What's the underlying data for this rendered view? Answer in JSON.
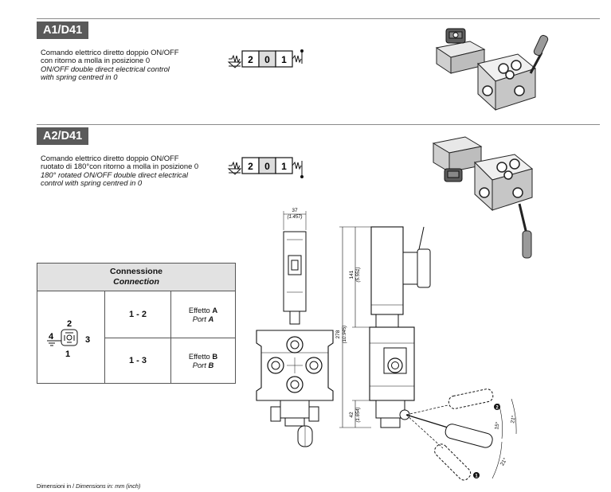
{
  "sections": [
    {
      "code": "A1/D41",
      "desc_it": [
        "Comando elettrico diretto doppio ON/OFF",
        "con ritorno a molla in posizione 0"
      ],
      "desc_en": [
        "ON/OFF double direct electrical control",
        "with spring centred in 0"
      ],
      "positions": [
        "2",
        "0",
        "1"
      ]
    },
    {
      "code": "A2/D41",
      "desc_it": [
        "Comando elettrico diretto doppio ON/OFF",
        "ruotato di 180°con ritorno a molla in posizione 0"
      ],
      "desc_en": [
        "180° rotated ON/OFF double direct electrical",
        "control with spring centred in 0"
      ],
      "positions": [
        "2",
        "0",
        "1"
      ]
    }
  ],
  "connection_table": {
    "title_it": "Connessione",
    "title_en": "Connection",
    "pins": [
      "2",
      "4",
      "3",
      "1"
    ],
    "rows": [
      {
        "pair": "1 - 2",
        "effect_it": "Effetto",
        "effect_en": "Port",
        "port": "A"
      },
      {
        "pair": "1 - 3",
        "effect_it": "Effetto",
        "effect_en": "Port",
        "port": "B"
      }
    ]
  },
  "dimensions": {
    "width_mm": "37",
    "width_in": "(1.457)",
    "solenoid_mm": "141",
    "solenoid_in": "(5.551)",
    "total_mm": "278",
    "total_in": "(10.945)",
    "lower_mm": "42",
    "lower_in": "(1.654)",
    "angle_15": "15°",
    "angle_21a": "21°",
    "angle_21b": "21°",
    "lever_pos_2": "2",
    "lever_pos_1": "1"
  },
  "footer": {
    "it": "Dimensioni in /",
    "en": "Dimensions in: mm (inch)"
  }
}
